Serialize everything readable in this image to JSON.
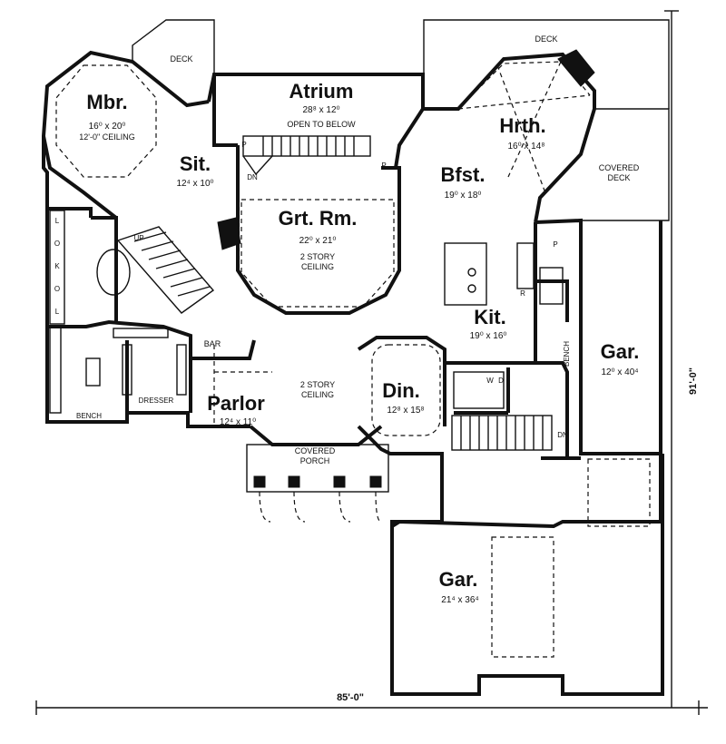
{
  "rooms": {
    "master": {
      "name": "Mbr.",
      "size": "16⁰ x 20⁰",
      "note": "12'-0\" CEILING"
    },
    "sitting": {
      "name": "Sit.",
      "size": "12⁴ x 10⁰"
    },
    "atrium": {
      "name": "Atrium",
      "size": "28⁸ x 12⁰",
      "note": "OPEN TO BELOW"
    },
    "great_room": {
      "name": "Grt. Rm.",
      "size": "22⁰ x 21⁰",
      "note1": "2 STORY",
      "note2": "CEILING"
    },
    "hearth": {
      "name": "Hrth.",
      "size": "16⁰ x 14⁸"
    },
    "breakfast": {
      "name": "Bfst.",
      "size": "19⁰ x 18⁰"
    },
    "kitchen": {
      "name": "Kit.",
      "size": "19⁰ x 16⁰"
    },
    "dining": {
      "name": "Din.",
      "size": "12⁸ x 15⁸"
    },
    "parlor": {
      "name": "Parlor",
      "size": "12⁴ x 11⁰"
    },
    "garage_side": {
      "name": "Gar.",
      "size": "12⁰ x 40⁴"
    },
    "garage_front": {
      "name": "Gar.",
      "size": "21⁴ x 36⁴"
    }
  },
  "areas": {
    "deck_left": "DECK",
    "deck_right": "DECK",
    "covered_deck_1": "COVERED",
    "covered_deck_2": "DECK",
    "covered_porch_1": "COVERED",
    "covered_porch_2": "PORCH",
    "foyer_1": "2 STORY",
    "foyer_2": "CEILING"
  },
  "fixtures": {
    "bar": "BAR",
    "dresser": "DRESSER",
    "bench_master": "BENCH",
    "bench_mud": "BENCH",
    "up": "UP",
    "dn_atrium": "DN",
    "dn_garage": "DN",
    "pantry_1": "P",
    "pantry_2": "P",
    "pantry_3": "P",
    "refrigerator": "R",
    "washer": "W",
    "dryer": "D",
    "lockers": [
      "L",
      "O",
      "K",
      "O",
      "L"
    ]
  },
  "dimensions": {
    "width": "85'-0\"",
    "depth": "91'-0\""
  }
}
